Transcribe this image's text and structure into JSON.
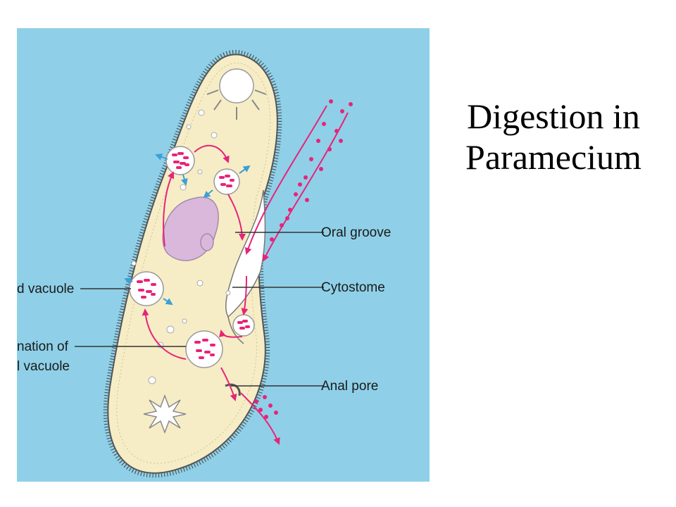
{
  "slide": {
    "title_line1": "Digestion in",
    "title_line2": "Paramecium"
  },
  "diagram": {
    "labels": {
      "oral_groove": "Oral groove",
      "cytostome": "Cytostome",
      "anal_pore": "Anal pore",
      "food_vacuole": "d vacuole",
      "formation_line1": "nation of",
      "formation_line2": "l vacuole"
    },
    "colors": {
      "background": "#8fd0e8",
      "cell_fill": "#f6edc6",
      "nucleus": "#d9b8dc",
      "food_particles": "#e8237a",
      "pathway_arrows": "#e8237a",
      "enzyme_arrows": "#3aa0d8"
    }
  }
}
